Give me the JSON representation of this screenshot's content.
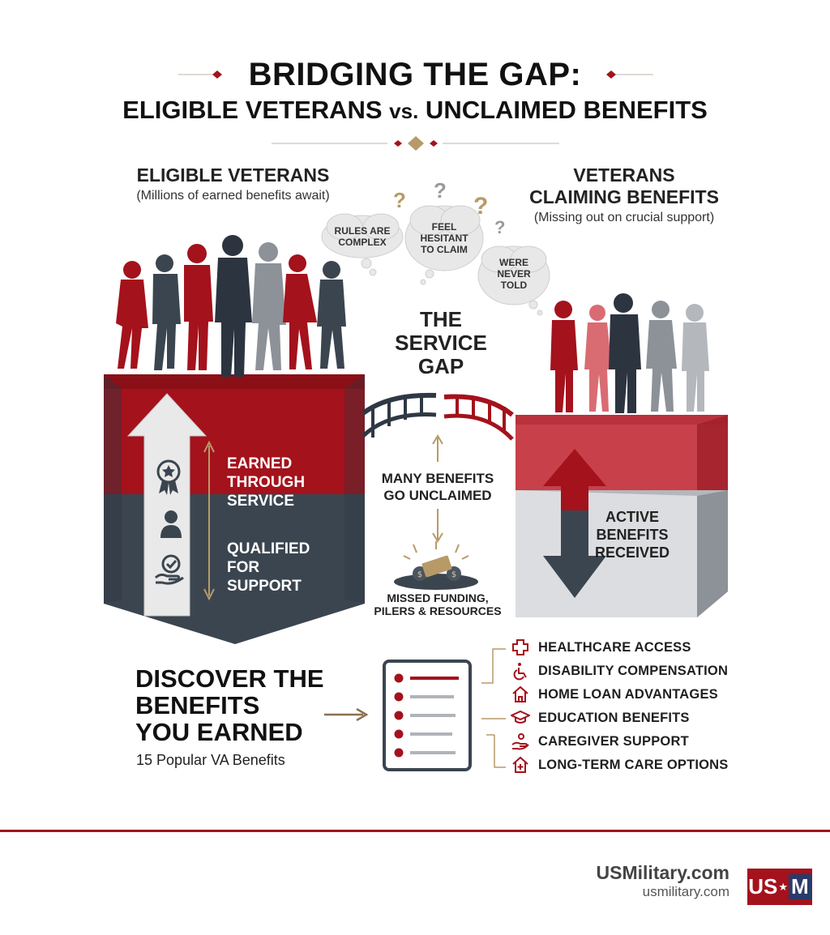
{
  "header": {
    "title_line1": "BRIDGING THE GAP:",
    "title_line2_a": "ELIGIBLE VETERANS ",
    "title_line2_vs": "vs.",
    "title_line2_b": " UNCLAIMED BENEFITS"
  },
  "left": {
    "heading": "ELIGIBLE VETERANS",
    "subtitle": "(Millions of earned benefits await)",
    "label1_line1": "EARNED",
    "label1_line2": "THROUGH",
    "label1_line3": "SERVICE",
    "label2_line1": "QUALIFIED",
    "label2_line2": "FOR",
    "label2_line3": "SUPPORT"
  },
  "right": {
    "heading_line1": "VETERANS",
    "heading_line2": "CLAIMING BENEFITS",
    "subtitle": "(Missing out on crucial support)",
    "label_line1": "ACTIVE",
    "label_line2": "BENEFITS",
    "label_line3": "RECEIVED"
  },
  "bubbles": {
    "b1_line1": "RULES ARE",
    "b1_line2": "COMPLEX",
    "b2_line1": "FEEL",
    "b2_line2": "HESITANT",
    "b2_line3": "TO CLAIM",
    "b3_line1": "WERE",
    "b3_line2": "NEVER",
    "b3_line3": "TOLD",
    "q1": "?",
    "q2": "?",
    "q3": "?",
    "q4": "?"
  },
  "gap": {
    "line1": "THE",
    "line2": "SERVICE",
    "line3": "GAP",
    "unclaimed_line1": "MANY BENEFITS",
    "unclaimed_line2": "GO UNCLAIMED",
    "missed_line1": "MISSED FUNDING,",
    "missed_line2": "PILERS & RESOURCES"
  },
  "discover": {
    "line1": "DISCOVER THE",
    "line2": "BENEFITS",
    "line3": "YOU EARNED",
    "subtitle": "15 Popular VA Benefits"
  },
  "benefits": [
    {
      "label": "HEALTHCARE ACCESS",
      "icon": "medical-cross-icon"
    },
    {
      "label": "DISABILITY COMPENSATION",
      "icon": "wheelchair-icon"
    },
    {
      "label": "HOME LOAN ADVANTAGES",
      "icon": "house-icon"
    },
    {
      "label": "EDUCATION BENEFITS",
      "icon": "graduation-cap-icon"
    },
    {
      "label": "CAREGIVER SUPPORT",
      "icon": "caregiver-hand-icon"
    },
    {
      "label": "LONG-TERM CARE OPTIONS",
      "icon": "care-home-icon"
    }
  ],
  "footer": {
    "brand": "USMilitary.com",
    "url": "usmilitary.com",
    "logo_left": "US",
    "logo_star": "★",
    "logo_right": "M"
  },
  "colors": {
    "red": "#a4121c",
    "dark_slate": "#3b4550",
    "gray": "#8d9299",
    "gold": "#b89a68",
    "pink": "#d96c72"
  }
}
